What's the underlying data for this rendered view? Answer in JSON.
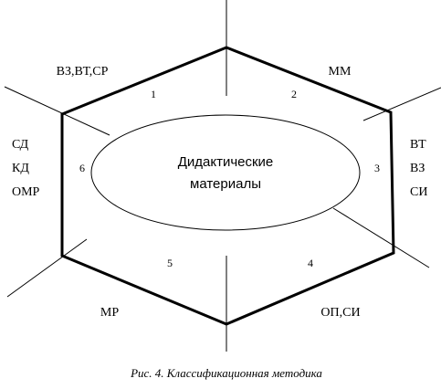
{
  "diagram": {
    "center_label_line1": "Дидактические",
    "center_label_line2": "материалы",
    "sectors": [
      {
        "number": "1",
        "labels": [
          "ВЗ,ВТ,СР"
        ]
      },
      {
        "number": "2",
        "labels": [
          "ММ"
        ]
      },
      {
        "number": "3",
        "labels": [
          "ВТ",
          "ВЗ",
          "СИ"
        ]
      },
      {
        "number": "4",
        "labels": [
          "ОП,СИ"
        ]
      },
      {
        "number": "5",
        "labels": [
          "МР"
        ]
      },
      {
        "number": "6",
        "labels": [
          "СД",
          "КД",
          "ОМР"
        ]
      }
    ]
  },
  "caption": "Рис. 4. Классификационная методика"
}
